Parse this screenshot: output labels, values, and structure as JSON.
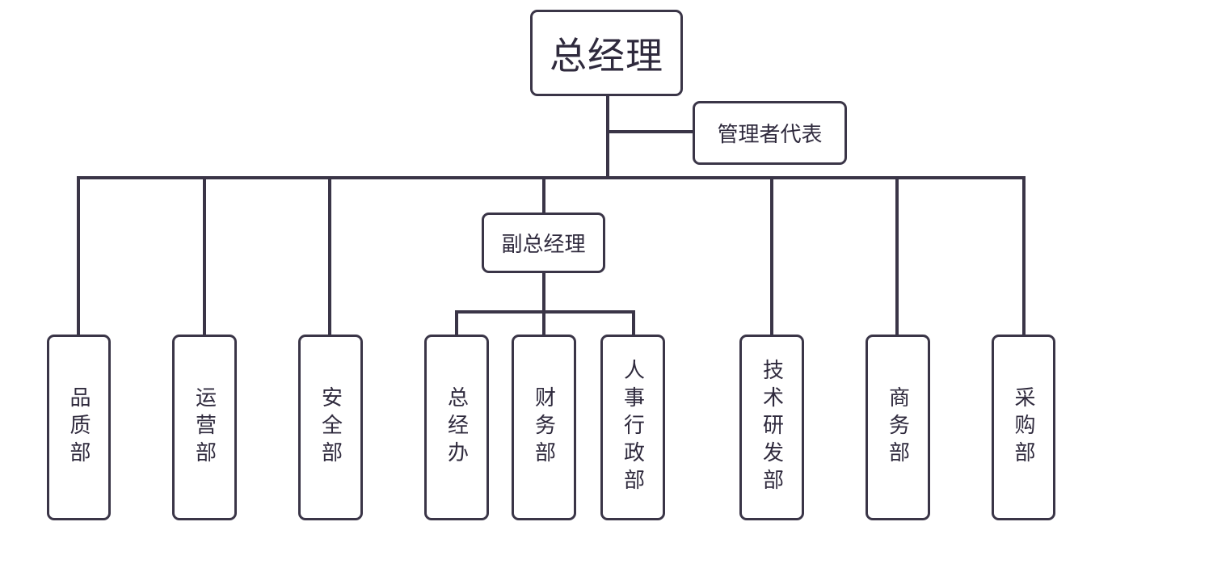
{
  "org_chart": {
    "ceo": "总经理",
    "management_rep": "管理者代表",
    "deputy_gm": "副总经理",
    "departments": {
      "quality": "品质部",
      "operations": "运营部",
      "safety": "安全部",
      "gm_office": "总经办",
      "finance": "财务部",
      "hr_admin": "人事行政部",
      "rnd": "技术研发部",
      "business": "商务部",
      "purchasing": "采购部"
    }
  },
  "colors": {
    "line": "#3a3547",
    "text": "#2f2a3d",
    "background": "#ffffff"
  }
}
